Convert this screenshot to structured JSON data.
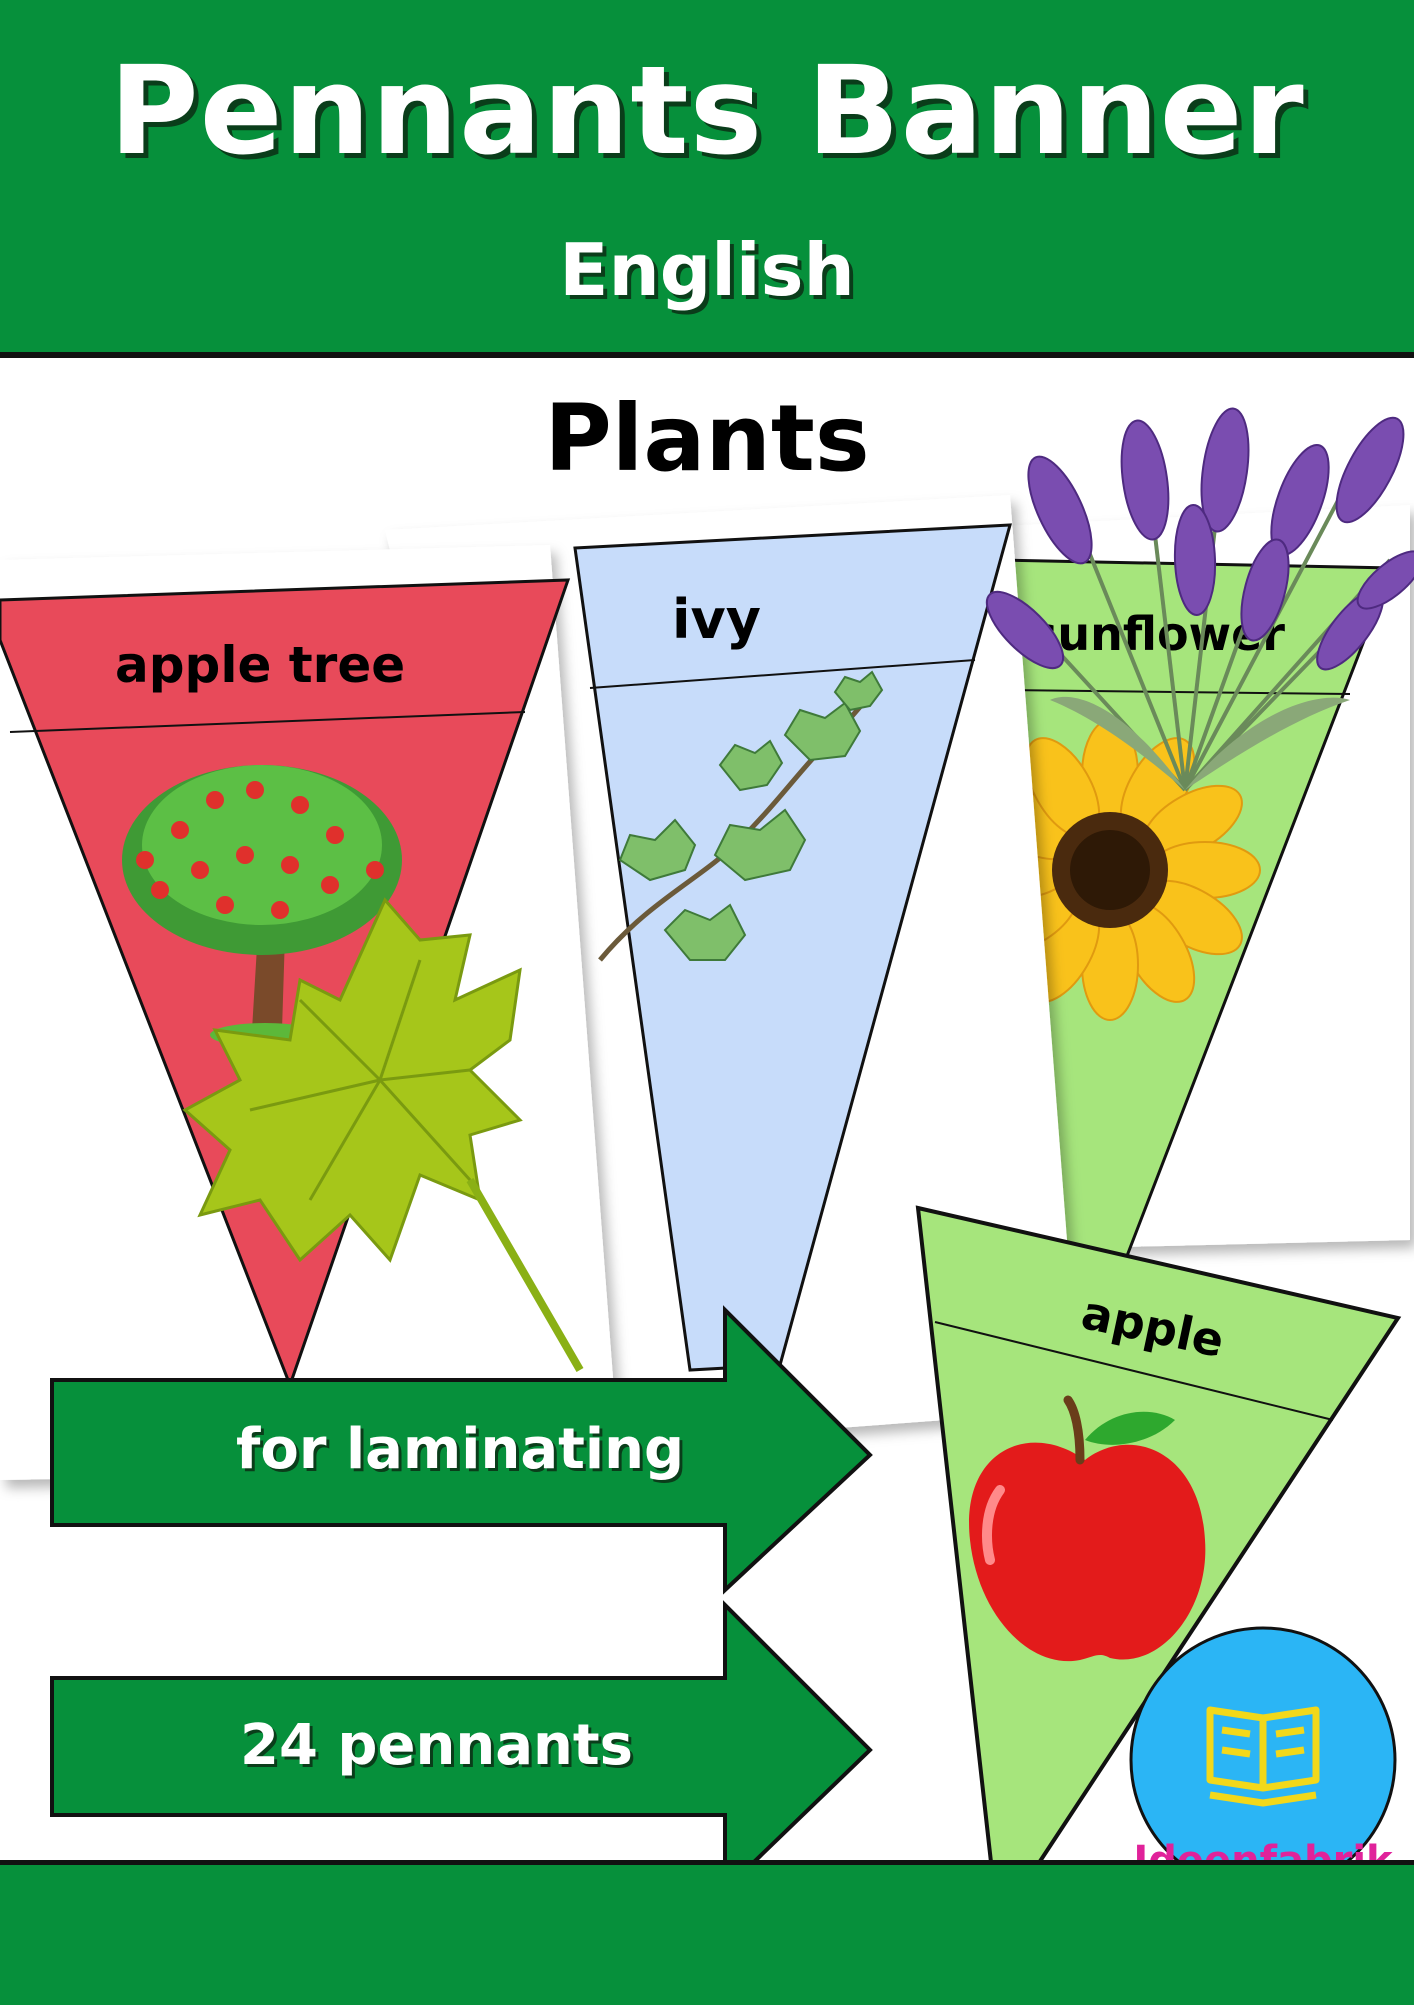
{
  "header": {
    "title": "Pennants Banner",
    "subtitle": "English"
  },
  "topic": "Plants",
  "pennants": [
    {
      "label": "apple tree",
      "color": "#e84a5a",
      "icon": "apple-tree-icon"
    },
    {
      "label": "ivy",
      "color": "#c7dcfa",
      "icon": "ivy-icon"
    },
    {
      "label": "sunflower",
      "color": "#a6e57c",
      "icon": "sunflower-icon"
    },
    {
      "label": "apple",
      "color": "#a6e57c",
      "icon": "apple-icon"
    }
  ],
  "arrows": [
    {
      "text": "for laminating",
      "color": "#06903b"
    },
    {
      "text": "24 pennants",
      "color": "#06903b"
    }
  ],
  "logo": {
    "text": "Ideenfabrik",
    "bg": "#2bb5f5",
    "text_color": "#e0229a",
    "icon": "open-book-icon"
  },
  "colors": {
    "brand_green": "#06903b",
    "outline": "#111111"
  }
}
